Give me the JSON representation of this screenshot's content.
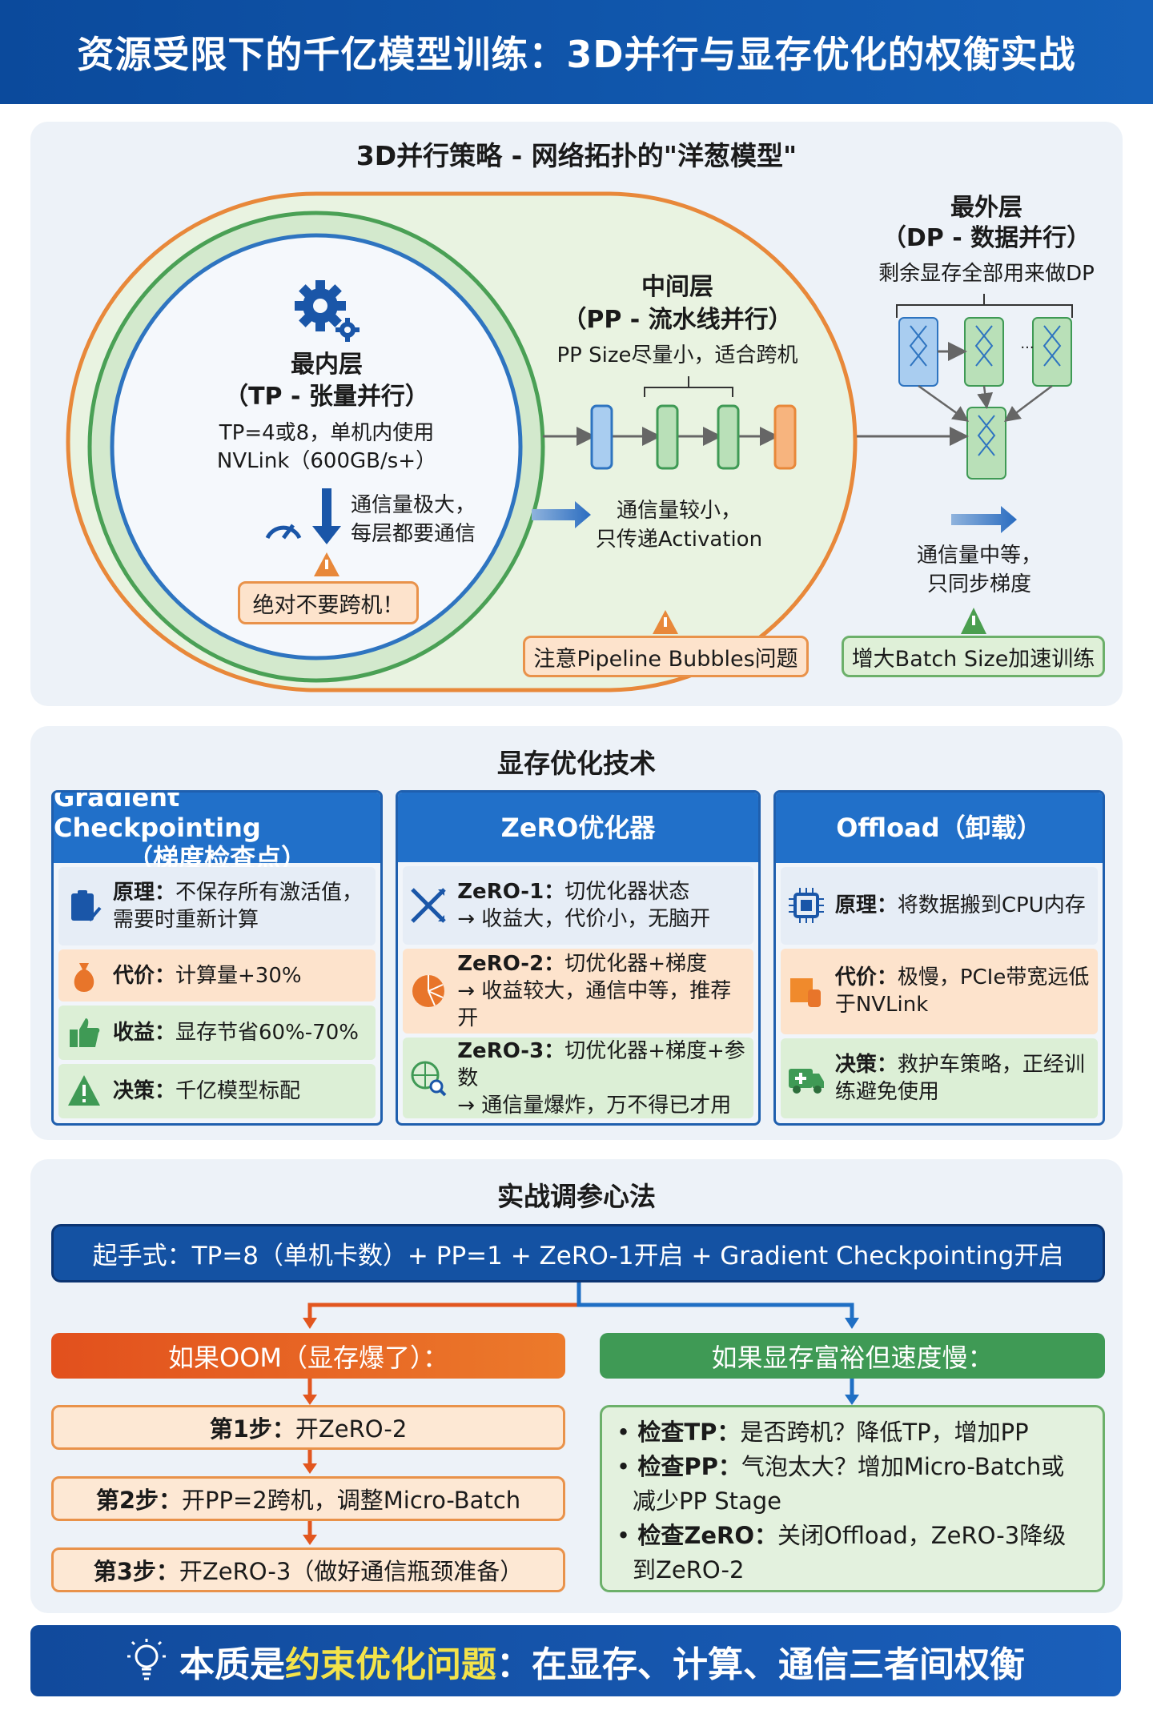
{
  "title": "资源受限下的千亿模型训练：3D并行与显存优化的权衡实战",
  "parallel": {
    "title": "3D并行策略 - 网络拓扑的\"洋葱模型\"",
    "tp": {
      "name": "最内层",
      "sub": "（TP - 张量并行）",
      "desc1": "TP=4或8，单机内使用",
      "desc2": "NVLink（600GB/s+）",
      "comm1": "通信量极大，",
      "comm2": "每层都要通信",
      "warn": "绝对不要跨机！"
    },
    "pp": {
      "name": "中间层",
      "sub": "（PP - 流水线并行）",
      "desc": "PP Size尽量小，适合跨机",
      "comm1": "通信量较小，",
      "comm2": "只传递Activation",
      "warn": "注意Pipeline Bubbles问题"
    },
    "dp": {
      "name": "最外层",
      "sub": "（DP - 数据并行）",
      "desc": "剩余显存全部用来做DP",
      "ellipsis": "···",
      "comm1": "通信量中等，",
      "comm2": "只同步梯度",
      "tip": "增大Batch Size加速训练"
    }
  },
  "memory": {
    "title": "显存优化技术",
    "cards": [
      {
        "title": "Gradient Checkpointing",
        "subtitle": "（梯度检查点）",
        "rows": [
          {
            "key": "原理：",
            "text": "不保存所有激活值，需要时重新计算",
            "icon": "clipboard-check-icon"
          },
          {
            "key": "代价：",
            "text": "计算量+30%",
            "icon": "money-bag-icon"
          },
          {
            "key": "收益：",
            "text": "显存节省60%-70%",
            "icon": "thumbs-up-icon"
          },
          {
            "key": "决策：",
            "text": "千亿模型标配",
            "icon": "warning-icon"
          }
        ]
      },
      {
        "title": "ZeRO优化器",
        "rows": [
          {
            "key": "ZeRO-1：",
            "text": "切优化器状态",
            "line2": "→ 收益大，代价小，无脑开",
            "icon": "split-arrows-icon"
          },
          {
            "key": "ZeRO-2：",
            "text": "切优化器+梯度",
            "line2": "→ 收益较大，通信中等，推荐开",
            "icon": "pie-icon"
          },
          {
            "key": "ZeRO-3：",
            "text": "切优化器+梯度+参数",
            "line2": "→ 通信量爆炸，万不得已才用",
            "icon": "globe-search-icon"
          }
        ]
      },
      {
        "title": "Offload（卸载）",
        "rows": [
          {
            "key": "原理：",
            "text": "将数据搬到CPU内存",
            "icon": "cpu-chip-icon"
          },
          {
            "key": "代价：",
            "text": "极慢，PCIe带宽远低于NVLink",
            "icon": "storage-icon"
          },
          {
            "key": "决策：",
            "text": "救护车策略，正经训练避免使用",
            "icon": "ambulance-icon"
          }
        ]
      }
    ]
  },
  "tuning": {
    "title": "实战调参心法",
    "start": "起手式：TP=8（单机卡数）+ PP=1 + ZeRO-1开启 + Gradient Checkpointing开启",
    "oom": {
      "title": "如果OOM（显存爆了）：",
      "steps": [
        {
          "key": "第1步：",
          "text": "开ZeRO-2"
        },
        {
          "key": "第2步：",
          "text": "开PP=2跨机，调整Micro-Batch"
        },
        {
          "key": "第3步：",
          "text": "开ZeRO-3（做好通信瓶颈准备）"
        }
      ]
    },
    "slow": {
      "title": "如果显存富裕但速度慢：",
      "items": [
        {
          "key": "检查TP：",
          "text": "是否跨机？降低TP，增加PP"
        },
        {
          "key": "检查PP：",
          "text": "气泡太大？增加Micro-Batch或减少PP Stage"
        },
        {
          "key": "检查ZeRO：",
          "text": "关闭Offload，ZeRO-3降级到ZeRO-2"
        }
      ]
    }
  },
  "footer": {
    "pre": "本质是",
    "highlight": "约束优化问题",
    "post": "：在显存、计算、通信三者间权衡"
  },
  "colors": {
    "blue": "#1f5fae",
    "orange": "#e8752a",
    "green": "#4a9e4f",
    "highlight": "#f4e34a"
  }
}
